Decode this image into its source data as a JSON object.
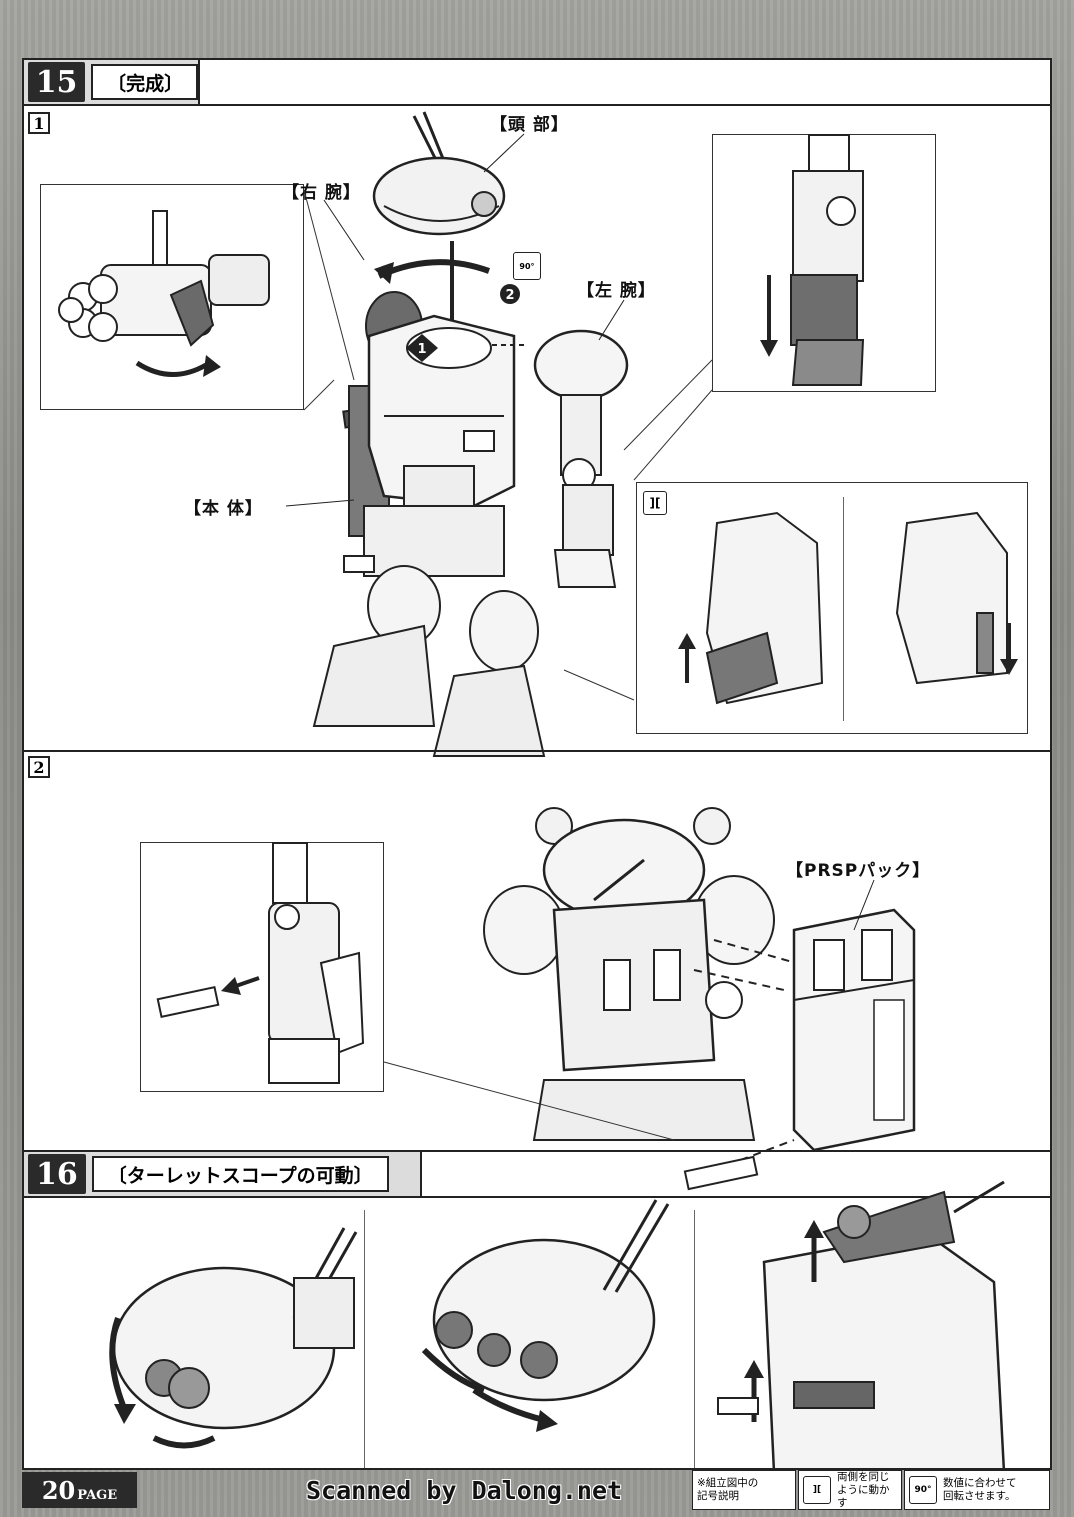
{
  "step15": {
    "number": "15",
    "title": "〔完成〕",
    "sub1": "1",
    "sub2": "2",
    "labels": {
      "head": "【頭 部】",
      "right_arm": "【右 腕】",
      "left_arm": "【左 腕】",
      "body": "【本 体】",
      "prsp_pack": "【PRSPパック】"
    },
    "order": [
      "❶",
      "❷"
    ],
    "rotate_badge": "90°"
  },
  "step16": {
    "number": "16",
    "title": "〔ターレットスコープの可動〕"
  },
  "footer": {
    "page_number": "20",
    "page_suffix": "PAGE",
    "scanned_by": "Scanned by Dalong.net",
    "legend_title_line1": "※組立図中の",
    "legend_title_line2": "記号説明",
    "legend_both_line1": "両側を同じ",
    "legend_both_line2": "ように動かす",
    "legend_rotate_badge": "90°",
    "legend_rotate_line1": "数値に合わせて",
    "legend_rotate_line2": "回転させます。"
  }
}
